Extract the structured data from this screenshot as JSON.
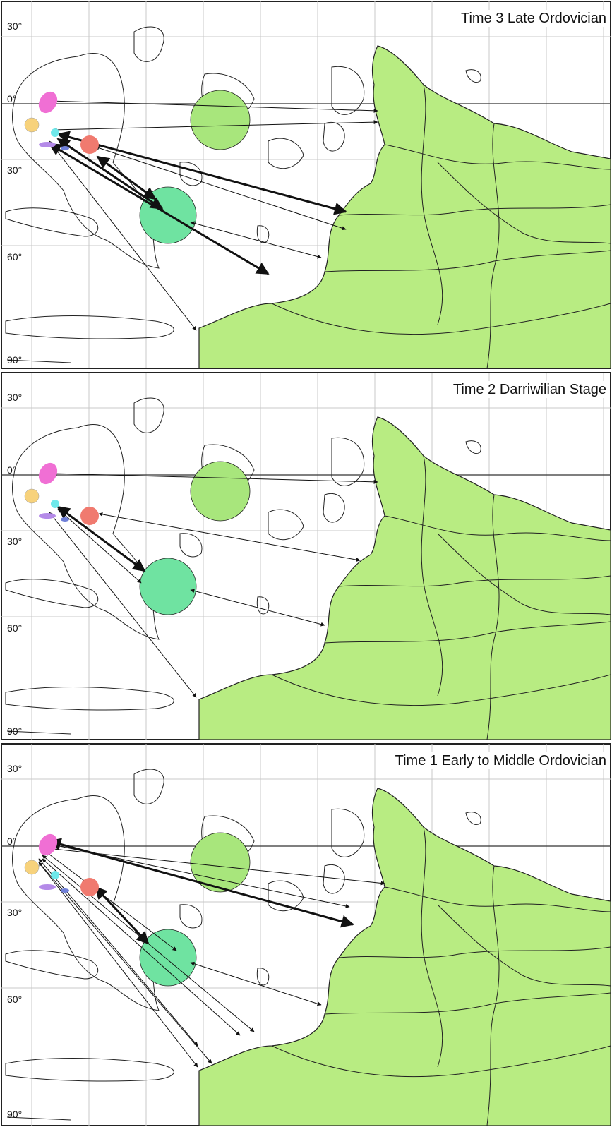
{
  "panels": [
    {
      "title": "Time 3 Late Ordovician"
    },
    {
      "title": "Time 2 Darriwilian Stage"
    },
    {
      "title": "Time 1 Early to Middle Ordovician"
    }
  ],
  "latitude_labels": [
    "30°",
    "0°",
    "30°",
    "60°",
    "90°"
  ],
  "colors": {
    "continent_fill": "#b8ec82",
    "circle_green": "#a8e67c",
    "circle_teal": "#6fe3a1",
    "outline": "#222222",
    "grid": "#c8c8c8",
    "marker_pink": "#f06fd4",
    "marker_orange": "#f7d27c",
    "marker_cyan": "#6fe8ea",
    "marker_red": "#f07a6f",
    "marker_purple": "#b48ae8",
    "marker_blue": "#6f7fd8"
  },
  "legend_markers": [
    {
      "name": "pink-region",
      "color": "#f06fd4"
    },
    {
      "name": "orange-region",
      "color": "#f7d27c"
    },
    {
      "name": "cyan-region",
      "color": "#6fe8ea"
    },
    {
      "name": "red-region",
      "color": "#f07a6f"
    },
    {
      "name": "purple-region",
      "color": "#b48ae8"
    },
    {
      "name": "blue-region",
      "color": "#6f7fd8"
    }
  ]
}
